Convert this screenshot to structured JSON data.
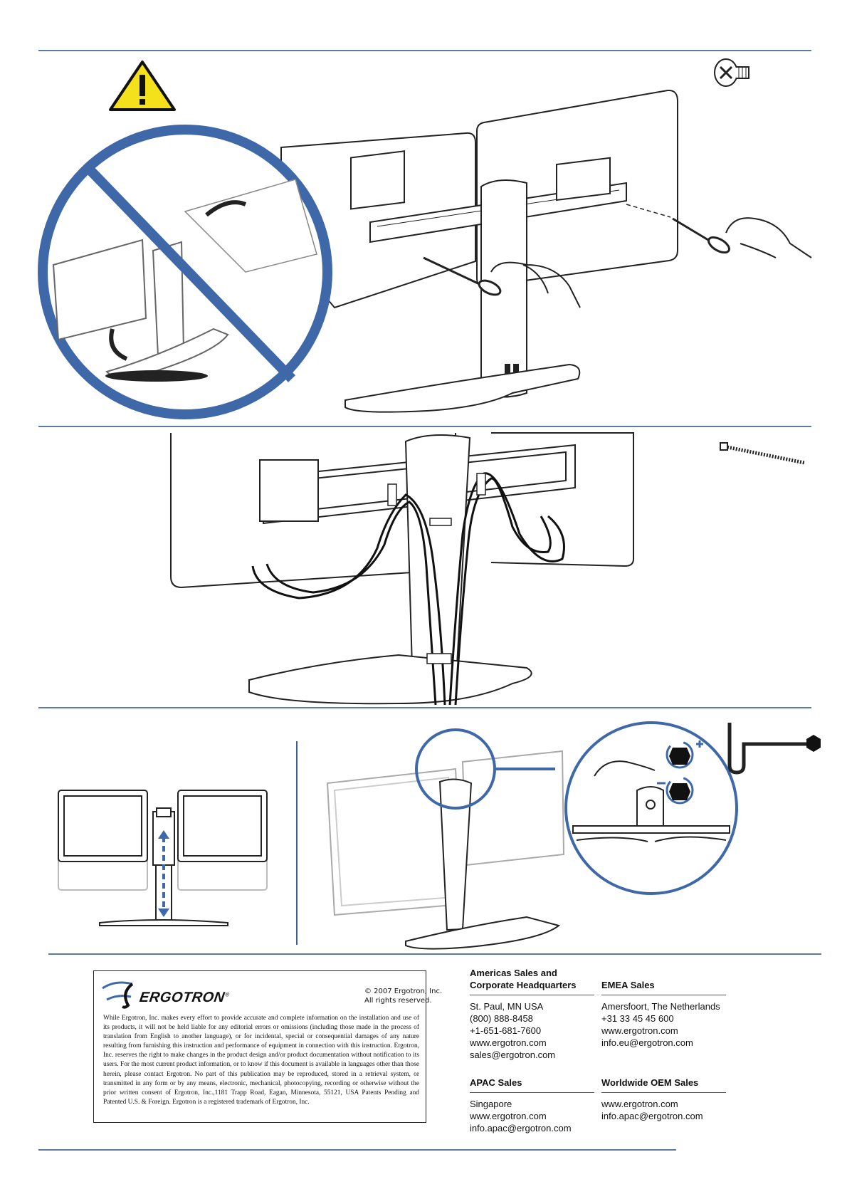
{
  "brand": {
    "logo_icon": "ergotron-logo-icon",
    "logo_text": "ERGOTRON",
    "registered": "®",
    "accent_color": "#3f68a8"
  },
  "copyright": {
    "line1": "© 2007 Ergotron, Inc.",
    "line2": "All rights reserved."
  },
  "disclaimer": "While Ergotron, Inc. makes every effort to provide accurate and complete information on the installation and use of its products, it will not be held liable for any editorial errors or omissions (including those made in the process of translation from English to another language), or for incidental, special or consequential damages of any nature resulting from furnishing this instruction and performance of equipment in connection with this instruction. Ergotron, Inc. reserves the right to make changes in the product design and/or product documentation without notification to its users. For the most current product information, or to know if this document is available in languages other than those herein, please contact Ergotron. No part of this publication may be reproduced, stored in a retrieval system, or transmitted in any form or by any means, electronic, mechanical, photocopying, recording or otherwise without the prior written consent of Ergotron, Inc.,1181 Trapp Road, Eagan, Minnesota, 55121, USA Patents Pending and Patented U.S. & Foreign. Ergotron is a registered trademark of Ergotron, Inc.",
  "contacts": {
    "americas": {
      "title_line1": "Americas Sales and",
      "title_line2": "Corporate Headquarters",
      "lines": [
        "St. Paul, MN USA",
        "(800) 888-8458",
        "+1-651-681-7600",
        "www.ergotron.com",
        "sales@ergotron.com"
      ]
    },
    "emea": {
      "title": "EMEA Sales",
      "lines": [
        "Amersfoort, The Netherlands",
        "+31 33 45 45 600",
        "www.ergotron.com",
        "info.eu@ergotron.com"
      ]
    },
    "apac": {
      "title": "APAC Sales",
      "lines": [
        "Singapore",
        "www.ergotron.com",
        "info.apac@ergotron.com"
      ]
    },
    "oem": {
      "title": "Worldwide OEM Sales",
      "lines": [
        "www.ergotron.com",
        "info.apac@ergotron.com"
      ]
    }
  },
  "icons": {
    "warning": "warning-triangle-icon",
    "screw": "screw-icon",
    "cable_tie": "cable-tie-icon",
    "hex_key": "hex-key-icon",
    "prohibited": "prohibited-sign-icon",
    "tighten": "tighten-plus-icon",
    "loosen": "loosen-minus-icon"
  },
  "colors": {
    "rule": "#5b7aa5",
    "prohibited": "#3f68a8",
    "warning_fill": "#f5e11b"
  }
}
